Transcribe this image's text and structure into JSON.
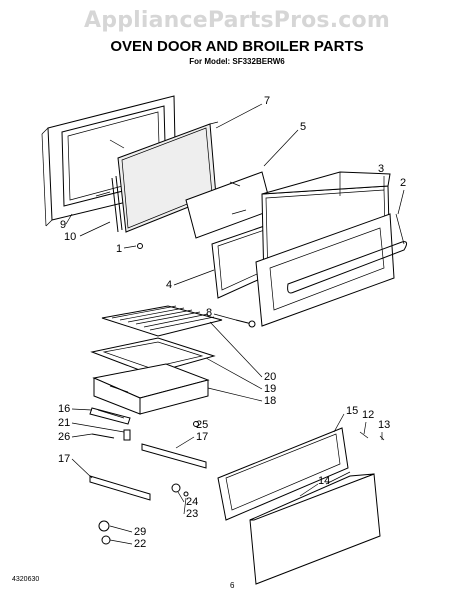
{
  "watermark": "AppliancePartsPros.com",
  "title": "OVEN DOOR AND BROILER PARTS",
  "model_line": "For Model: SF332BERW6",
  "footer": {
    "doc_number": "4320630",
    "page": "6"
  },
  "callouts": {
    "c1": "1",
    "c2": "2",
    "c3": "3",
    "c4": "4",
    "c5": "5",
    "c7": "7",
    "c8": "8",
    "c9": "9",
    "c10": "10",
    "c12": "12",
    "c13": "13",
    "c14": "14",
    "c15": "15",
    "c16": "16",
    "c17a": "17",
    "c17b": "17",
    "c18": "18",
    "c19": "19",
    "c20": "20",
    "c21": "21",
    "c22": "22",
    "c23": "23",
    "c24": "24",
    "c25": "25",
    "c26": "26",
    "c29": "29"
  }
}
